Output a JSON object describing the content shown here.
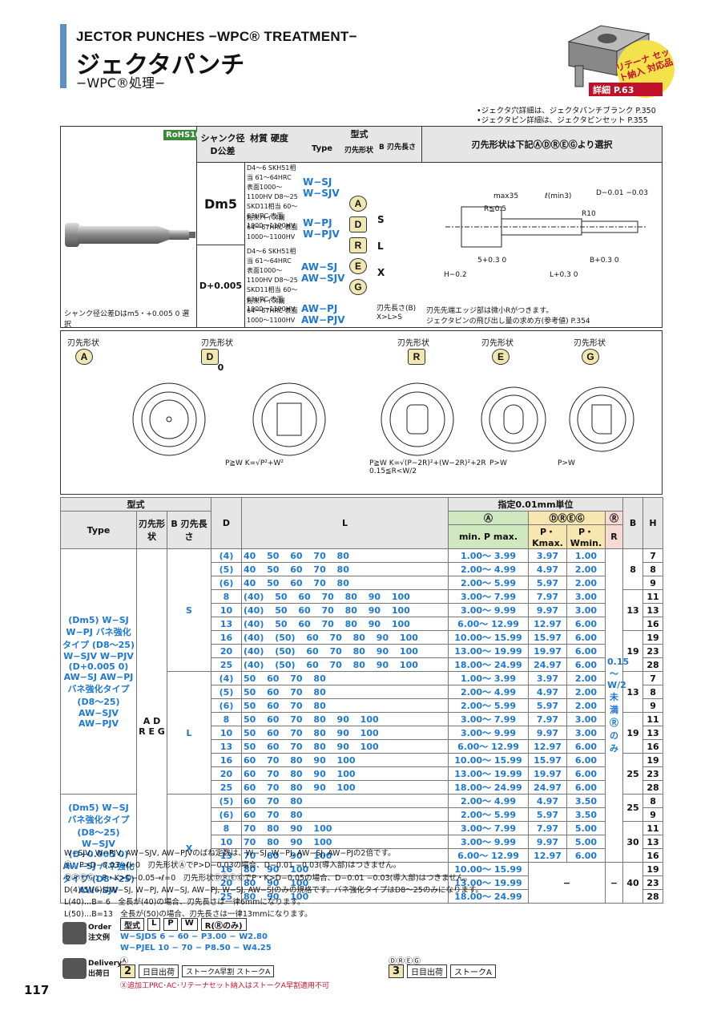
{
  "header": {
    "title_en": "JECTOR PUNCHES −WPC® TREATMENT−",
    "title_jp": "ジェクタパンチ",
    "subtitle": "−WPC®処理−",
    "badge": "リテーナ セット納入 対応品",
    "detail": "詳細 P.63"
  },
  "refs": [
    "•ジェクタ穴詳細は、ジェクタパンチブランク P.350",
    "•ジェクタピン詳細は、ジェクタピンセット P.355"
  ],
  "top_table": {
    "rohs": "RoHS10",
    "col_shank": "シャンク径 D公差",
    "col_mat": "材質 硬度",
    "col_type": "型式",
    "type_label": "Type",
    "col_shape": "刃先形状",
    "col_blen": "B 刃先長さ",
    "col_select": "刃先形状は下記ⒶⒹⓇⒺⒼより選択",
    "dm5": "Dm5",
    "dplus": "D+0.005 0",
    "mat1": "D4〜6 SKH51相当 61〜64HRC 表面1000〜1100HV D8〜25 SKD11相当 60〜63HRC 表面1000〜1100HV",
    "mat2": "粉末ハイス鋼 64〜67HRC 表面1000〜1100HV",
    "types": [
      "W−SJ",
      "W−SJV",
      "W−PJ",
      "W−PJV",
      "AW−SJ",
      "AW−SJV",
      "AW−PJ",
      "AW−PJV"
    ],
    "shapes": [
      "A",
      "D",
      "R",
      "E",
      "G"
    ],
    "blens": [
      "S",
      "L",
      "X"
    ],
    "blen_note": "刃先長さ(B) X>L>S",
    "shank_note": "シャンク径公差Dはm5・+0.005 0 選択",
    "dim_notes": [
      "max35",
      "ℓ(min3)",
      "D−0.01 −0.03",
      "R≦0.5",
      "R10",
      "H−0.2",
      "5+0.3 0",
      "B+0.3 0",
      "L+0.3 0"
    ],
    "notes": [
      "刃先先端エッジ部は微小Rがつきます。",
      "ジェクタピンの飛び出し量の求め方(参考値) P.354"
    ]
  },
  "shapes_section": {
    "label": "刃先形状",
    "items": [
      {
        "letter": "A",
        "formula": ""
      },
      {
        "letter": "D",
        "formula": "P≧W  K=√P²+W²"
      },
      {
        "letter": "R",
        "formula": "P≧W  K=√(P−2R)²+(W−2R)²+2R  0.15≦R<W/2"
      },
      {
        "letter": "E",
        "formula": "P>W"
      },
      {
        "letter": "G",
        "formula": "P>W"
      }
    ]
  },
  "main_table": {
    "header": {
      "type": "型式",
      "type2": "Type",
      "shape": "刃先形状",
      "blen": "B 刃先長さ",
      "d": "D",
      "l": "L",
      "unit": "指定0.01mm単位",
      "a": "Ⓐ",
      "dreg": "ⒹⓇⒺⒼ",
      "r": "Ⓡ",
      "minmax": "min. P max.",
      "pk": "P・Kmax.",
      "pw": "P・Wmin.",
      "rr": "R",
      "b": "B",
      "h": "H"
    },
    "rows": [
      {
        "d": "(4)",
        "l": "40 50 60 70 80",
        "a": "1.00〜 3.99",
        "pk": "3.97",
        "pw": "1.00",
        "h": "7"
      },
      {
        "d": "(5)",
        "l": "40 50 60 70 80",
        "a": "2.00〜 4.99",
        "pk": "4.97",
        "pw": "2.00",
        "h": "8"
      },
      {
        "d": "(6)",
        "l": "40 50 60 70 80",
        "a": "2.00〜 5.99",
        "pk": "5.97",
        "pw": "2.00",
        "h": "9"
      },
      {
        "d": "8",
        "l": "(40) 50 60 70 80 90 100",
        "a": "3.00〜 7.99",
        "pk": "7.97",
        "pw": "3.00",
        "h": "11"
      },
      {
        "d": "10",
        "l": "(40) 50 60 70 80 90 100",
        "a": "3.00〜 9.99",
        "pk": "9.97",
        "pw": "3.00",
        "h": "13"
      },
      {
        "d": "13",
        "l": "(40) 50 60 70 80 90 100",
        "a": "6.00〜 12.99",
        "pk": "12.97",
        "pw": "6.00",
        "h": "16"
      },
      {
        "d": "16",
        "l": "(40) (50) 60 70 80 90 100",
        "a": "10.00〜 15.99",
        "pk": "15.97",
        "pw": "6.00",
        "h": "19"
      },
      {
        "d": "20",
        "l": "(40) (50) 60 70 80 90 100",
        "a": "13.00〜 19.99",
        "pk": "19.97",
        "pw": "6.00",
        "h": "23"
      },
      {
        "d": "25",
        "l": "(40) (50) 60 70 80 90 100",
        "a": "18.00〜 24.99",
        "pk": "24.97",
        "pw": "6.00",
        "h": "28"
      },
      {
        "d": "(4)",
        "l": "50 60 70 80",
        "a": "1.00〜 3.99",
        "pk": "3.97",
        "pw": "2.00",
        "h": "7"
      },
      {
        "d": "(5)",
        "l": "50 60 70 80",
        "a": "2.00〜 4.99",
        "pk": "4.97",
        "pw": "2.00",
        "h": "8"
      },
      {
        "d": "(6)",
        "l": "50 60 70 80",
        "a": "2.00〜 5.99",
        "pk": "5.97",
        "pw": "2.00",
        "h": "9"
      },
      {
        "d": "8",
        "l": "50 60 70 80 90 100",
        "a": "3.00〜 7.99",
        "pk": "7.97",
        "pw": "3.00",
        "h": "11"
      },
      {
        "d": "10",
        "l": "50 60 70 80 90 100",
        "a": "3.00〜 9.99",
        "pk": "9.97",
        "pw": "3.00",
        "h": "13"
      },
      {
        "d": "13",
        "l": "50 60 70 80 90 100",
        "a": "6.00〜 12.99",
        "pk": "12.97",
        "pw": "6.00",
        "h": "16"
      },
      {
        "d": "16",
        "l": "60 70 80 90 100",
        "a": "10.00〜 15.99",
        "pk": "15.97",
        "pw": "6.00",
        "h": "19"
      },
      {
        "d": "20",
        "l": "60 70 80 90 100",
        "a": "13.00〜 19.99",
        "pk": "19.97",
        "pw": "6.00",
        "h": "23"
      },
      {
        "d": "25",
        "l": "60 70 80 90 100",
        "a": "18.00〜 24.99",
        "pk": "24.97",
        "pw": "6.00",
        "h": "28"
      },
      {
        "d": "(5)",
        "l": "60 70 80",
        "a": "2.00〜 4.99",
        "pk": "4.97",
        "pw": "3.50",
        "h": "8"
      },
      {
        "d": "(6)",
        "l": "60 70 80",
        "a": "2.00〜 5.99",
        "pk": "5.97",
        "pw": "3.50",
        "h": "9"
      },
      {
        "d": "8",
        "l": "70 80 90 100",
        "a": "3.00〜 7.99",
        "pk": "7.97",
        "pw": "5.00",
        "h": "11"
      },
      {
        "d": "10",
        "l": "70 80 90 100",
        "a": "3.00〜 9.99",
        "pk": "9.97",
        "pw": "5.00",
        "h": "13"
      },
      {
        "d": "13",
        "l": "70 80 90 100",
        "a": "6.00〜 12.99",
        "pk": "12.97",
        "pw": "6.00",
        "h": "16"
      },
      {
        "d": "16",
        "l": "80 90 100",
        "a": "10.00〜 15.99",
        "pk": "",
        "pw": "",
        "h": "19"
      },
      {
        "d": "20",
        "l": "80 90 100",
        "a": "13.00〜 19.99",
        "pk": "",
        "pw": "",
        "h": "23"
      },
      {
        "d": "25",
        "l": "80 90 100",
        "a": "18.00〜 24.99",
        "pk": "",
        "pw": "",
        "h": "28"
      }
    ],
    "b_groups": [
      {
        "v": "8",
        "span": 3
      },
      {
        "v": "13",
        "span": 3
      },
      {
        "v": "19",
        "span": 3
      },
      {
        "v": "13",
        "span": 3
      },
      {
        "v": "19",
        "span": 3
      },
      {
        "v": "25",
        "span": 3
      },
      {
        "v": "25",
        "span": 2
      },
      {
        "v": "30",
        "span": 3
      },
      {
        "v": "40",
        "span": 3
      }
    ],
    "r_text": "0.15 〜 W/2 未満 Ⓡのみ",
    "dash": "−",
    "type_group1": "(Dm5) W−SJ W−PJ バネ強化タイプ (D8〜25) W−SJV W−PJV (D+0.005 0) AW−SJ AW−PJ バネ強化タイプ (D8〜25) AW−SJV AW−PJV",
    "type_group2": "(Dm5) W−SJ バネ強化タイプ (D8〜25) W−SJV (D+0.005 0) AW−SJ バネ強化タイプ (D8〜25) AW−SJV"
  },
  "notes": [
    "W−SJV, W−PJV, AW−SJV, AW−PJVのばね定数は、W−SJ, W−PJ, AW−SJ, AW−PJの2倍です。",
    "Ⓐ：P>D−0.03→ℓ=0　刃先形状ⒶでP>D−0.03の場合、D−0.01 −0.03(導入部)はつきません。",
    "ⒹⓇⒺⒼ：P・K>D−0.05→ℓ=0　刃先形状ⒹⓇⒺⒼでP・K>D−0.05の場合、D−0.01 −0.03(導入部)はつきません。",
    "D(4)(5)(6)はW−SJ, W−PJ, AW−SJ, AW−PJ, W−SJ, AW−SJのみの規格です。バネ強化タイプはD8〜25のみになります。",
    "L(40)…B= 6　全長が(40)の場合、刃先長さは一律6mmになります。",
    "L(50)…B=13　全長が(50)の場合、刃先長さは一律13mmになります。"
  ],
  "order": {
    "label": "Order 注文例",
    "cols": [
      "型式",
      "L",
      "P",
      "W",
      "R(Ⓡのみ)"
    ],
    "ex1": "W−SJDS 6 − 60 − P3.00 − W2.80",
    "ex2": "W−PJEL 10 − 70 − P8.50 − W4.25"
  },
  "delivery": {
    "label": "Delivery 出荷日",
    "a": "Ⓐ",
    "a_days": "2",
    "a_unit": "日目出荷",
    "a_stock": "ストークA早割 ストークA",
    "dreg": "ⒹⓇⒺⒼ",
    "dreg_days": "3",
    "dreg_unit": "日目出荷",
    "dreg_stock": "ストークA",
    "note": "Ⓧ追加工PRC･AC･リテーナセット納入はストークA早割適用不可"
  },
  "page": "117"
}
